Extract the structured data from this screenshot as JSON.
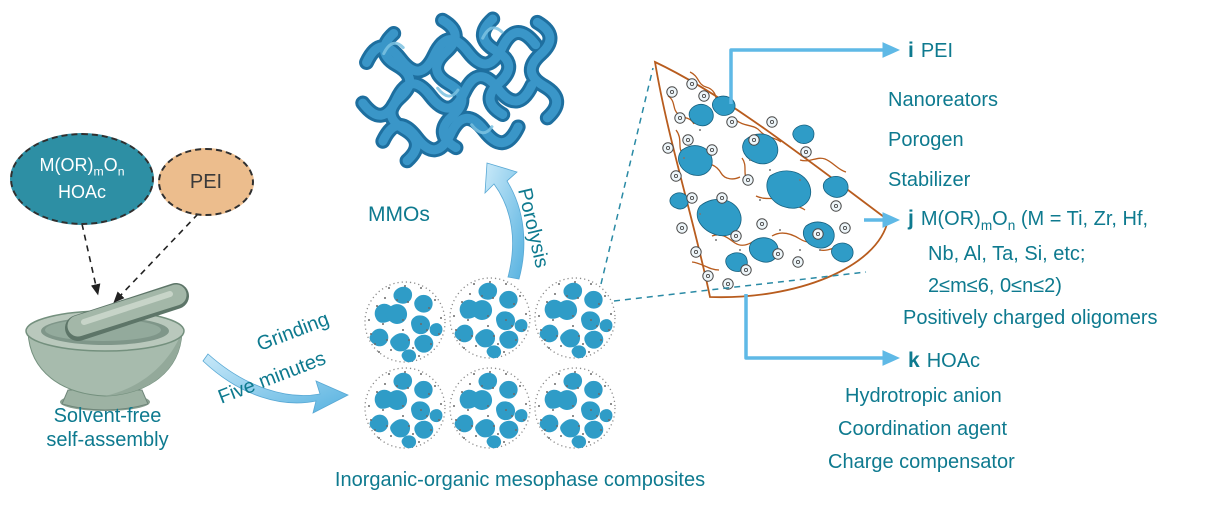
{
  "colors": {
    "teal_text": "#0e7a8f",
    "blob_blue": "#2f9cc7",
    "reactant_ellipse_fill": "#2d8fa4",
    "pei_ellipse_fill": "#ecbd8d",
    "squiggle_orange": "#b85c1e",
    "arrow_blue": "#5fb9e6"
  },
  "left": {
    "reactant1": {
      "f1": "M(OR)",
      "sub1": "m",
      "f2": "O",
      "sub2": "n",
      "line2": "HOAc"
    },
    "reactant2": "PEI",
    "caption_line1": "Solvent-free",
    "caption_line2": "self-assembly"
  },
  "process": {
    "grind_word1": "Grinding",
    "grind_word2": "Five minutes",
    "pyrolysis": "Porolysis",
    "mmos": "MMOs",
    "composites": "Inorganic-organic mesophase composites"
  },
  "legend": {
    "i": {
      "key": "i",
      "title": "PEI",
      "items": [
        "Nanoreators",
        "Porogen",
        "Stabilizer"
      ]
    },
    "j": {
      "key": "j",
      "f1": "M(OR)",
      "sub1": "m",
      "f2": "O",
      "sub2": "n",
      "rest": " (M = Ti, Zr, Hf,",
      "line2": "Nb, Al, Ta, Si, etc;",
      "line3": "2≤m≤6, 0≤n≤2)",
      "line4": "Positively charged oligomers"
    },
    "k": {
      "key": "k",
      "title": "HOAc",
      "items": [
        "Hydrotropic anion",
        "Coordination agent",
        "Charge compensator"
      ]
    }
  }
}
